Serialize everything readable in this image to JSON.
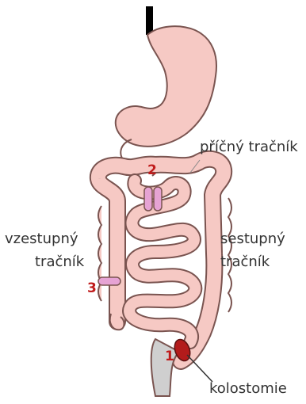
{
  "labels": {
    "transverse_colon": "příčný tračník",
    "ascending_colon_line1": "vzestupný",
    "ascending_colon_line2": "tračník",
    "descending_colon_line1": "sestupný",
    "descending_colon_line2": "tračník",
    "colostomy": "kolostomie"
  },
  "markers": {
    "m1": "1",
    "m2": "2",
    "m3": "3"
  },
  "colors": {
    "gut_fill": "#f6c9c4",
    "gut_outline": "#7a5450",
    "marker_text": "#c01c1c",
    "stoma": "#b31b1b",
    "clamp": "#e6a3d4",
    "rectum": "#cfcfcf"
  }
}
